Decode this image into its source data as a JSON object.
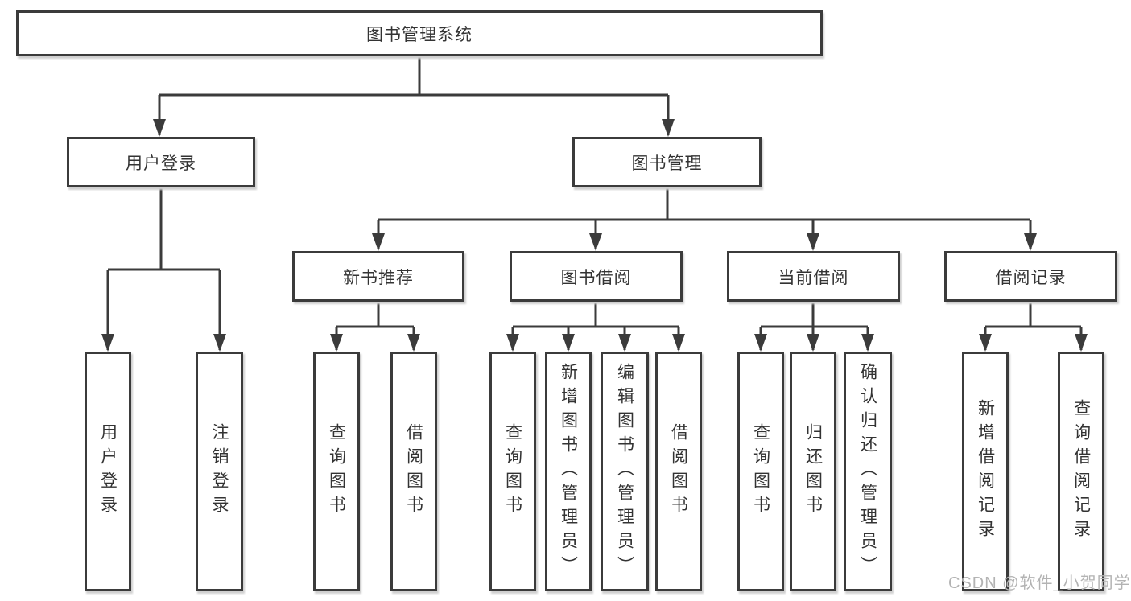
{
  "diagram": {
    "title_node": {
      "label": "图书管理系统"
    },
    "level2": [
      {
        "id": "user-login",
        "label": "用户登录"
      },
      {
        "id": "book-management",
        "label": "图书管理"
      }
    ],
    "level3": [
      {
        "id": "new-book-recommendation",
        "label": "新书推荐",
        "parent": "图书管理"
      },
      {
        "id": "book-borrowing",
        "label": "图书借阅",
        "parent": "图书管理"
      },
      {
        "id": "current-borrowing",
        "label": "当前借阅",
        "parent": "图书管理"
      },
      {
        "id": "borrowing-records",
        "label": "借阅记录",
        "parent": "图书管理"
      }
    ],
    "leaves": [
      {
        "label": "用户登录",
        "parent": "用户登录"
      },
      {
        "label": "注销登录",
        "parent": "用户登录"
      },
      {
        "label": "查询图书",
        "parent": "新书推荐"
      },
      {
        "label": "借阅图书",
        "parent": "新书推荐"
      },
      {
        "label": "查询图书",
        "parent": "图书借阅"
      },
      {
        "label": "新增图书（管理员）",
        "parent": "图书借阅"
      },
      {
        "label": "编辑图书（管理员）",
        "parent": "图书借阅"
      },
      {
        "label": "借阅图书",
        "parent": "图书借阅"
      },
      {
        "label": "查询图书",
        "parent": "当前借阅"
      },
      {
        "label": "归还图书",
        "parent": "当前借阅"
      },
      {
        "label": "确认归还（管理员）",
        "parent": "当前借阅"
      },
      {
        "label": "新增借阅记录",
        "parent": "借阅记录"
      },
      {
        "label": "查询借阅记录",
        "parent": "借阅记录"
      }
    ],
    "watermark": "CSDN @软件_小贺同学",
    "colors": {
      "line": "#3b3b3b",
      "text": "#333333",
      "box_background": "#ffffff",
      "watermark": "#b3b3b3",
      "page_background": "#ffffff"
    }
  }
}
